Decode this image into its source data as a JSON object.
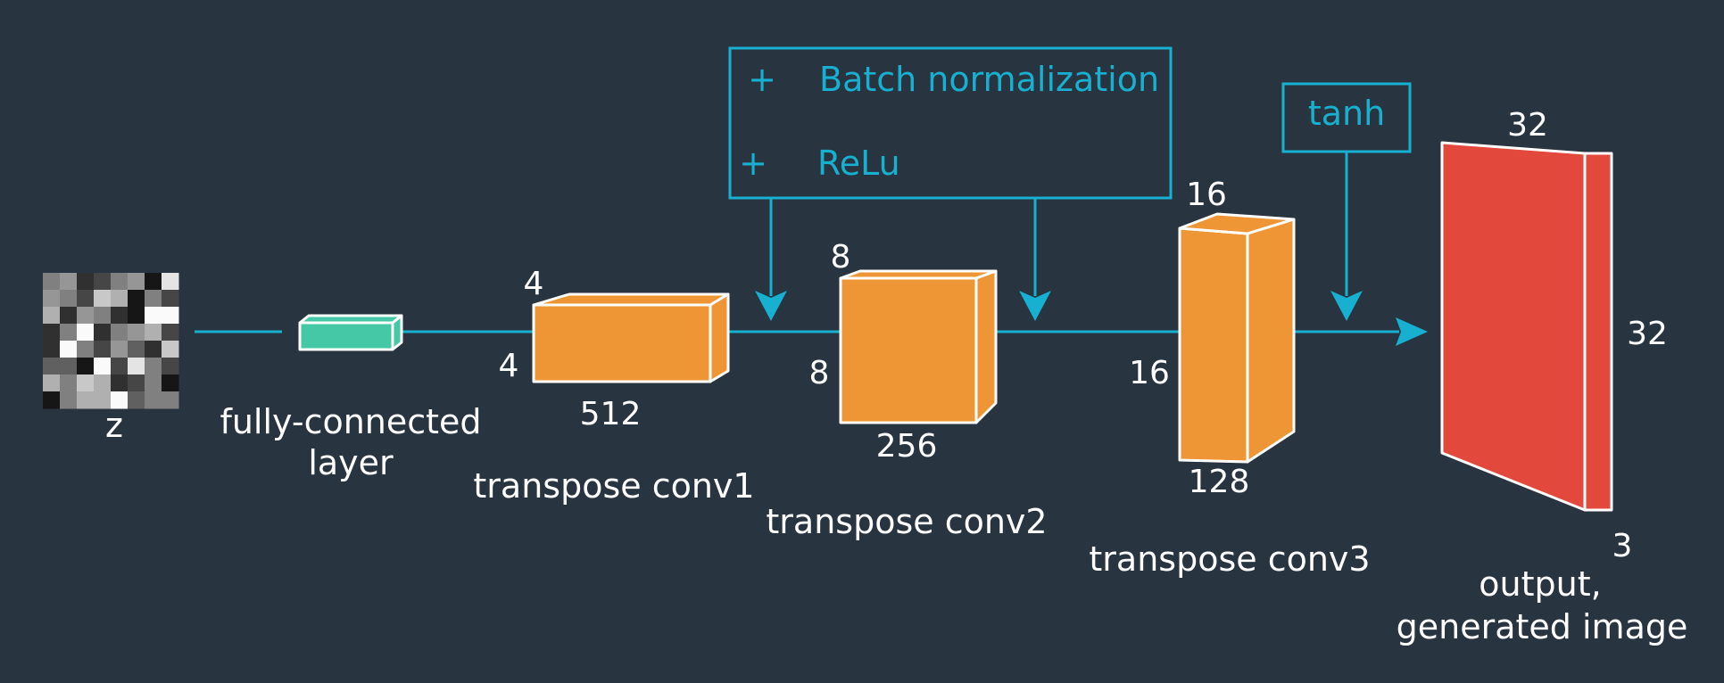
{
  "colors": {
    "background": "#283440",
    "accent": "#18b0d0",
    "layer_orange": "#ee9535",
    "fc_teal": "#44c8a6",
    "output_red": "#e2483c",
    "text": "#ffffff"
  },
  "input": {
    "label": "z"
  },
  "fc_layer": {
    "label_line1": "fully-connected",
    "label_line2": "layer"
  },
  "conv1": {
    "label": "transpose conv1",
    "height": "4",
    "width": "4",
    "depth": "512"
  },
  "conv2": {
    "label": "transpose conv2",
    "height": "8",
    "width": "8",
    "depth": "256"
  },
  "conv3": {
    "label": "transpose conv3",
    "height": "16",
    "width": "16",
    "depth": "128"
  },
  "bn_relu_box": {
    "plus1": "+",
    "item1": "Batch normalization",
    "plus2": "+",
    "item2": "ReLu"
  },
  "tanh_box": {
    "label": "tanh"
  },
  "output": {
    "width": "32",
    "height": "32",
    "depth": "3",
    "label_line1": "output,",
    "label_line2": "generated image"
  }
}
